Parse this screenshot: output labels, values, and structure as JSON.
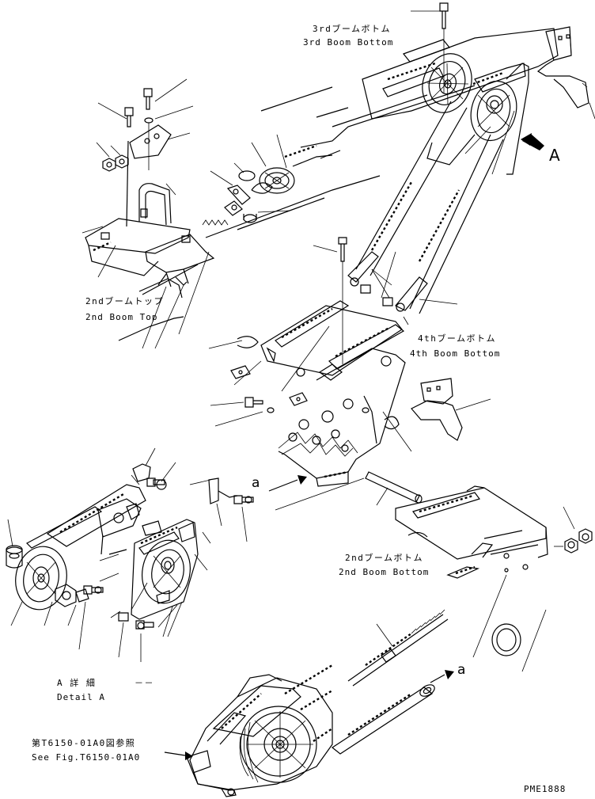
{
  "labels": {
    "boom3_bottom_jp": "3rdブームボトム",
    "boom3_bottom_en": "3rd Boom Bottom",
    "boom2_top_jp": "2ndブームトップ",
    "boom2_top_en": "2nd Boom Top",
    "boom4_bottom_jp": "4thブームボトム",
    "boom4_bottom_en": "4th Boom Bottom",
    "boom2_bottom_jp": "2ndブームボトム",
    "boom2_bottom_en": "2nd Boom Bottom",
    "detail_jp": "A 詳 細",
    "detail_dash": "－－",
    "detail_en": "Detail A",
    "ref_jp": "第T6150-01A0図参照",
    "ref_en": "See Fig.T6150-01A0",
    "arrow_A": "A",
    "arrow_a1": "a",
    "arrow_a2": "a",
    "drawing_id": "PME1888"
  }
}
